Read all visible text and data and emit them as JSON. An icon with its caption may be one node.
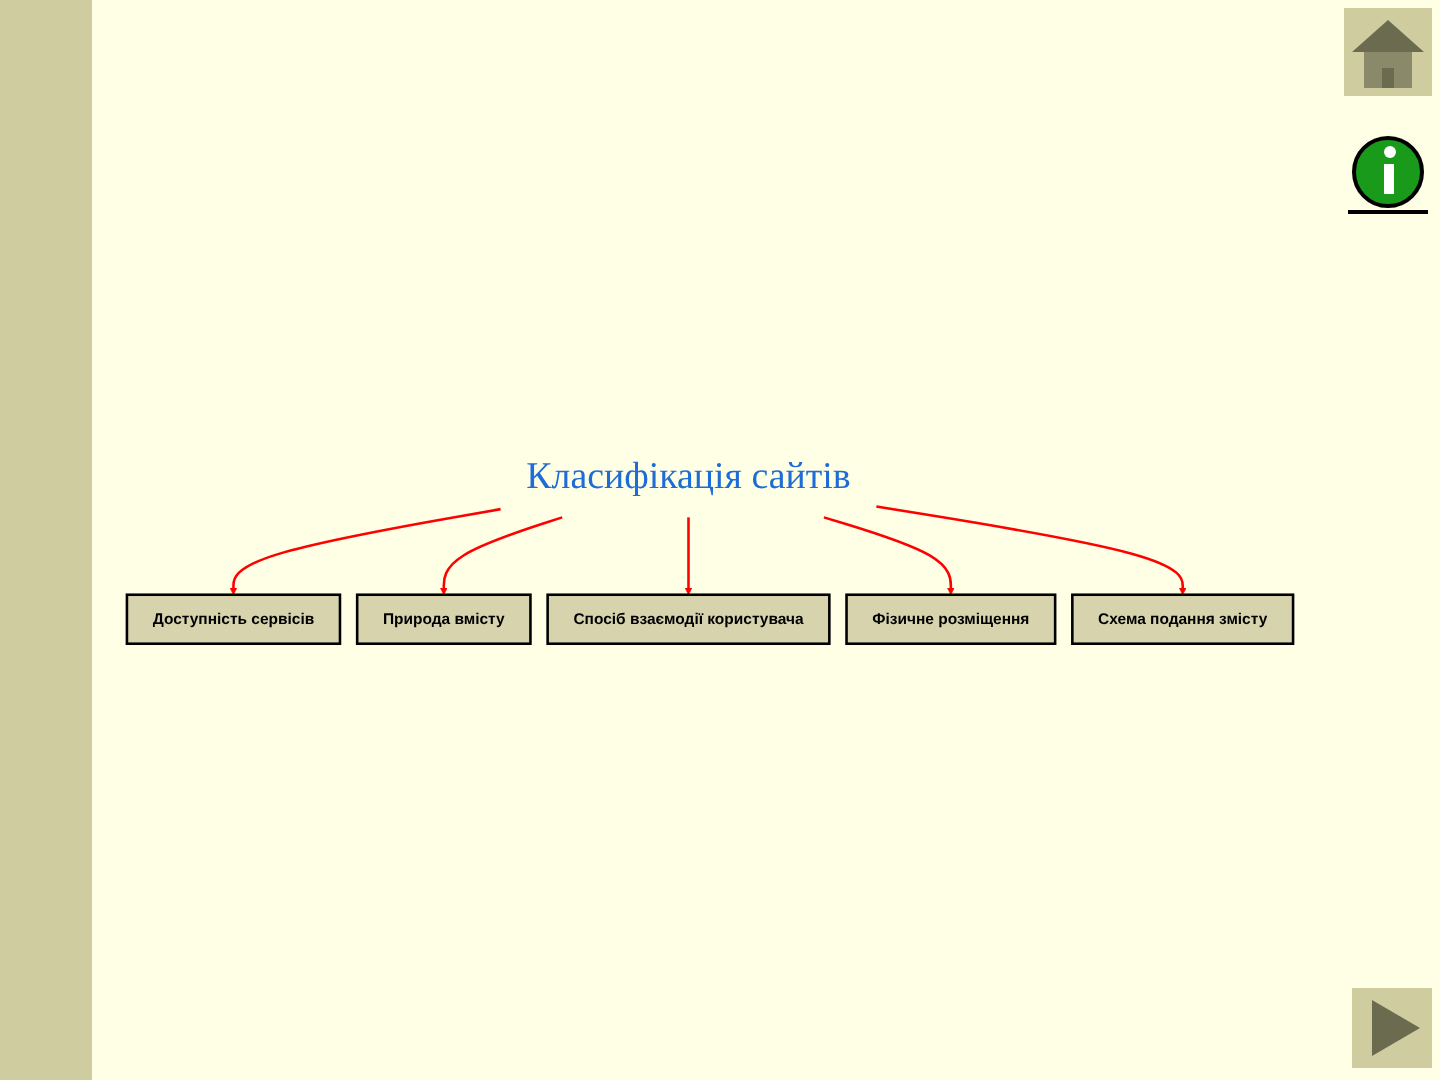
{
  "diagram": {
    "nodes": [
      {
        "text": [
          "Класифікація сайтів"
        ]
      },
      {
        "text": [
          "Доступність сервісів"
        ]
      },
      {
        "text": [
          "Схема подання змісту"
        ]
      },
      {
        "text": [
          "Природа вмісту"
        ]
      },
      {
        "text": [
          "Фізичне розміщення"
        ]
      },
      {
        "text": [
          "Спосіб взаємодії користувача"
        ]
      }
    ],
    "edges": [
      {
        "from": 0,
        "to": 1,
        "arrow": "to"
      },
      {
        "from": 0,
        "to": 3,
        "arrow": "to"
      },
      {
        "from": 0,
        "to": 5,
        "arrow": "to"
      },
      {
        "from": 0,
        "to": 4,
        "arrow": "to"
      },
      {
        "from": 0,
        "to": 2,
        "arrow": "to"
      }
    ]
  }
}
